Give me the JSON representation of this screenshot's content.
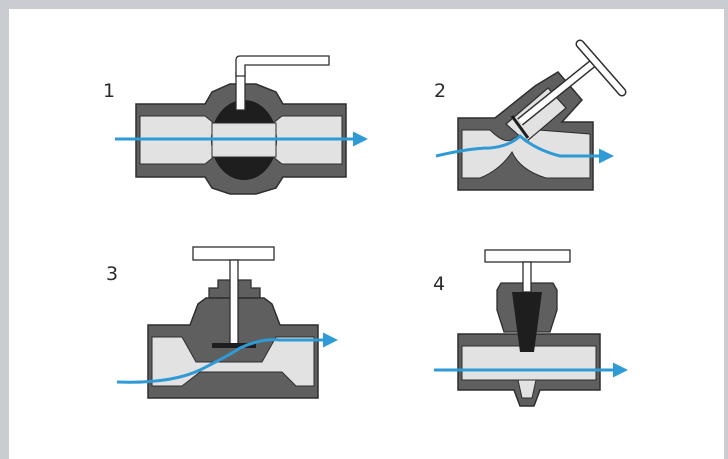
{
  "colors": {
    "body_dark": "#5f5f5f",
    "body_light": "#e2e2e2",
    "outline": "#2e2e2e",
    "flow": "#2f9bd6",
    "handle": "#ffffff",
    "frame": "#c9ccd1"
  },
  "valves": [
    {
      "label": "1",
      "type": "ball-valve"
    },
    {
      "label": "2",
      "type": "angled-globe-valve"
    },
    {
      "label": "3",
      "type": "globe-valve"
    },
    {
      "label": "4",
      "type": "needle-valve"
    }
  ]
}
